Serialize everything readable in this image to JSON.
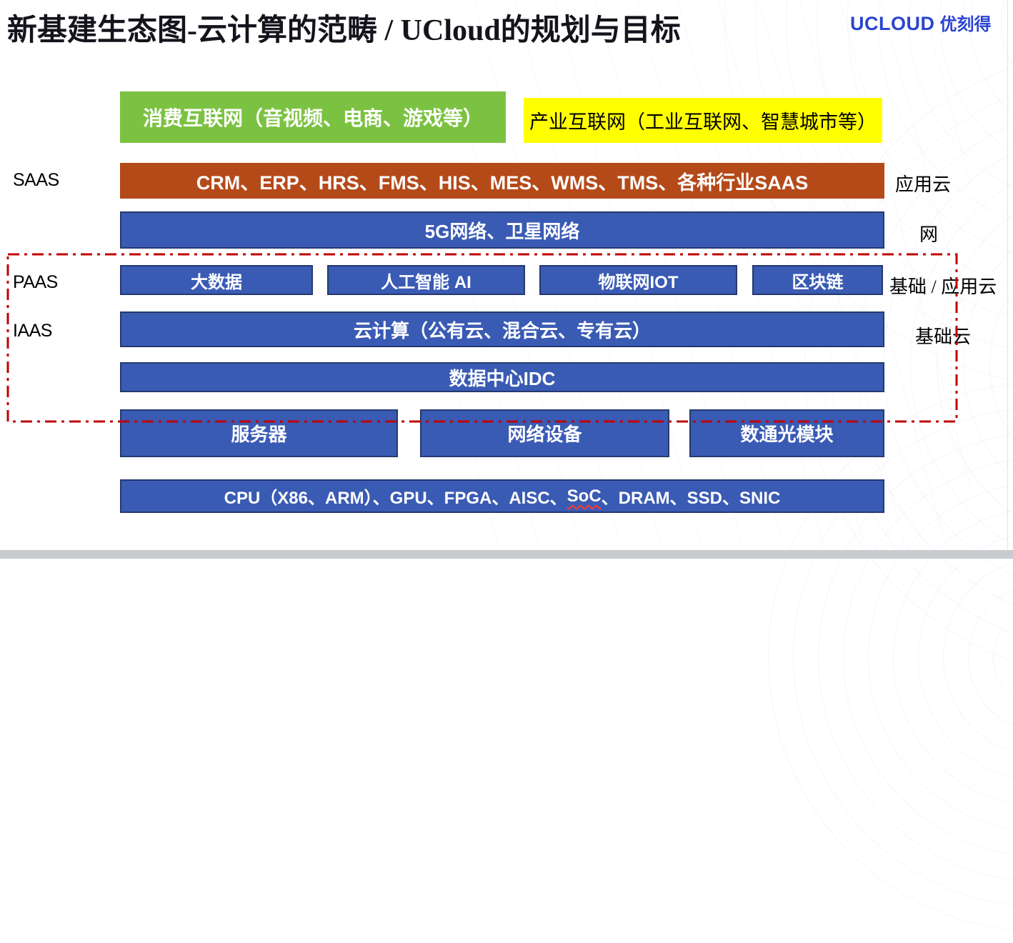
{
  "title": "新基建生态图-云计算的范畴 / UCloud的规划与目标",
  "logo": {
    "latin": "UCLOUD",
    "cjk": "优刻得"
  },
  "left_labels": {
    "saas": "SAAS",
    "paas": "PAAS",
    "iaas": "IAAS"
  },
  "right_labels": {
    "app_cloud": "应用云",
    "network": "网",
    "base_app_cloud": "基础 / 应用云",
    "base_cloud": "基础云"
  },
  "bars": {
    "consumer_internet": "消费互联网（音视频、电商、游戏等）",
    "industrial_internet": "产业互联网（工业互联网、智慧城市等）",
    "saas_apps": "CRM、ERP、HRS、FMS、HIS、MES、WMS、TMS、各种行业SAAS",
    "network_5g": "5G网络、卫星网络",
    "paas_items": [
      "大数据",
      "人工智能 AI",
      "物联网IOT",
      "区块链"
    ],
    "cloud_computing": "云计算（公有云、混合云、专有云）",
    "idc": "数据中心IDC",
    "hardware_items": [
      "服务器",
      "网络设备",
      "数通光模块"
    ],
    "chips": {
      "prefix": "CPU（X86、ARM）、GPU、FPGA、AISC、",
      "misspelled": "SoC",
      "suffix": "、DRAM、SSD、SNIC"
    }
  },
  "colors": {
    "green": "#7CC242",
    "yellow": "#FFFF00",
    "orange": "#B54A19",
    "blue_fill": "#3A5BB4",
    "blue_border": "#24396E",
    "dashed_boundary_red": "#C00000",
    "logo_blue": "#2B44D0"
  }
}
